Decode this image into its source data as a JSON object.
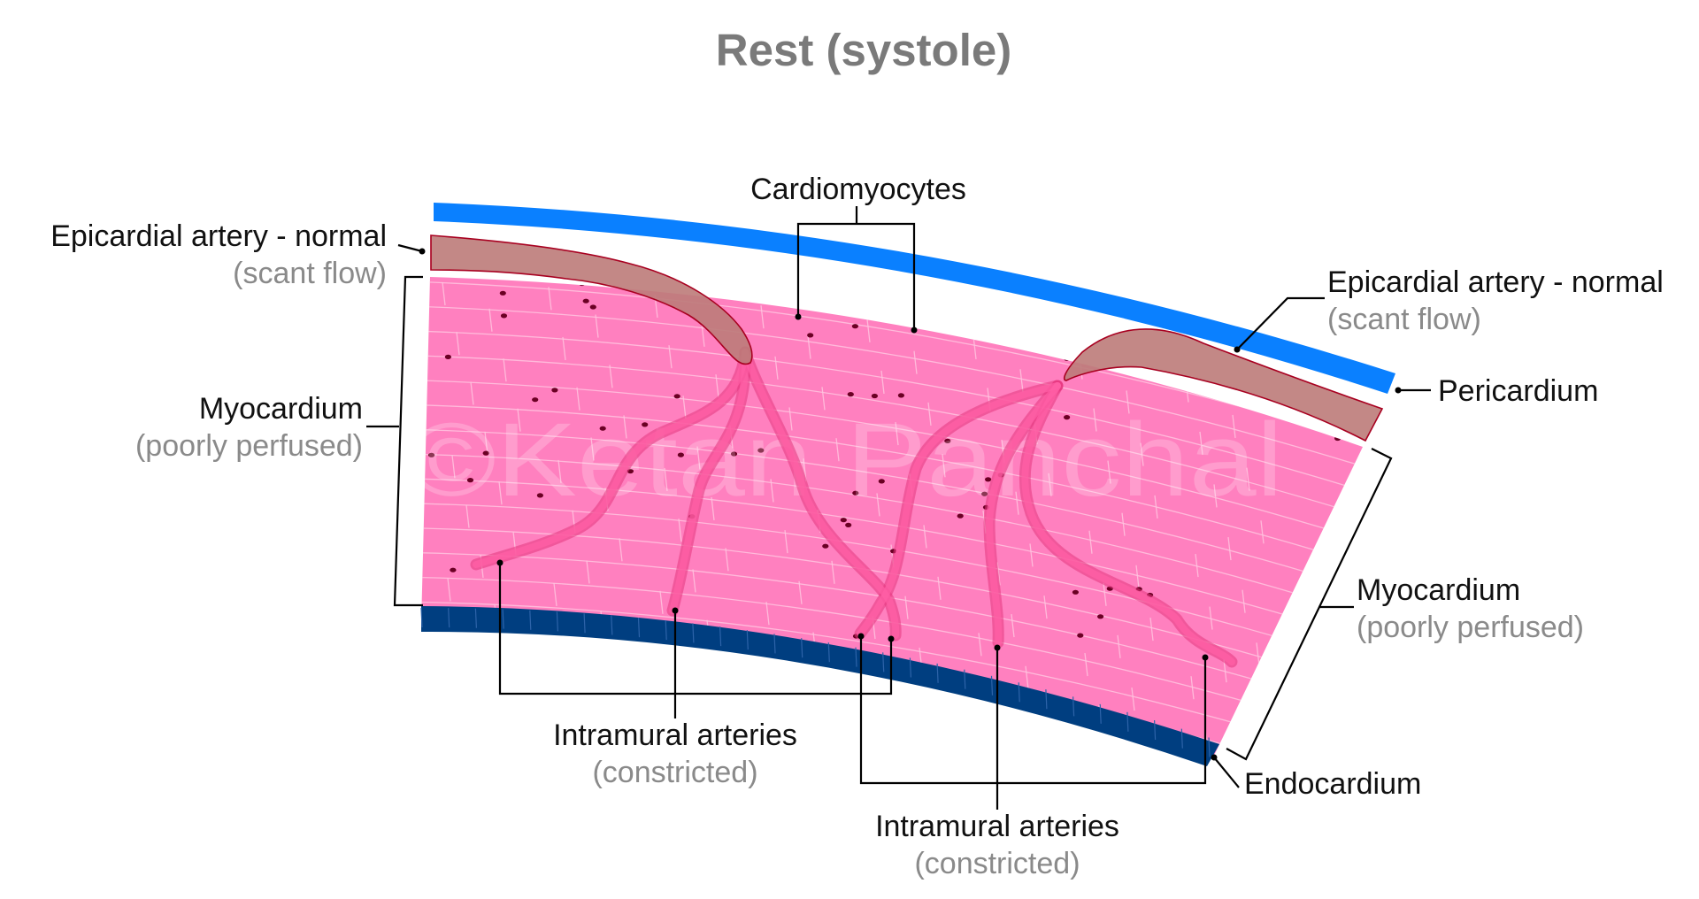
{
  "title": "Rest (systole)",
  "watermark": "©Ketan Panchal",
  "labels": {
    "epi_left": {
      "text": "Epicardial artery - normal",
      "sub": "(scant flow)"
    },
    "epi_right": {
      "text": "Epicardial artery - normal",
      "sub": "(scant flow)"
    },
    "cardiomyocytes": {
      "text": "Cardiomyocytes"
    },
    "myo_left": {
      "text": "Myocardium",
      "sub": "(poorly perfused)"
    },
    "myo_right": {
      "text": "Myocardium",
      "sub": "(poorly perfused)"
    },
    "pericardium": {
      "text": "Pericardium"
    },
    "endocardium": {
      "text": "Endocardium"
    },
    "intramural_left": {
      "text": "Intramural arteries",
      "sub": "(constricted)"
    },
    "intramural_right": {
      "text": "Intramural arteries",
      "sub": "(constricted)"
    }
  },
  "colors": {
    "pericardium": "#0a80ff",
    "myocardium": "#ff80bf",
    "endocardium": "#003e80",
    "epicardial_artery": "#bd7b79",
    "artery_outline": "#a80020",
    "intramural_artery": "#ff4f9e",
    "nucleus": "#6b0024"
  }
}
